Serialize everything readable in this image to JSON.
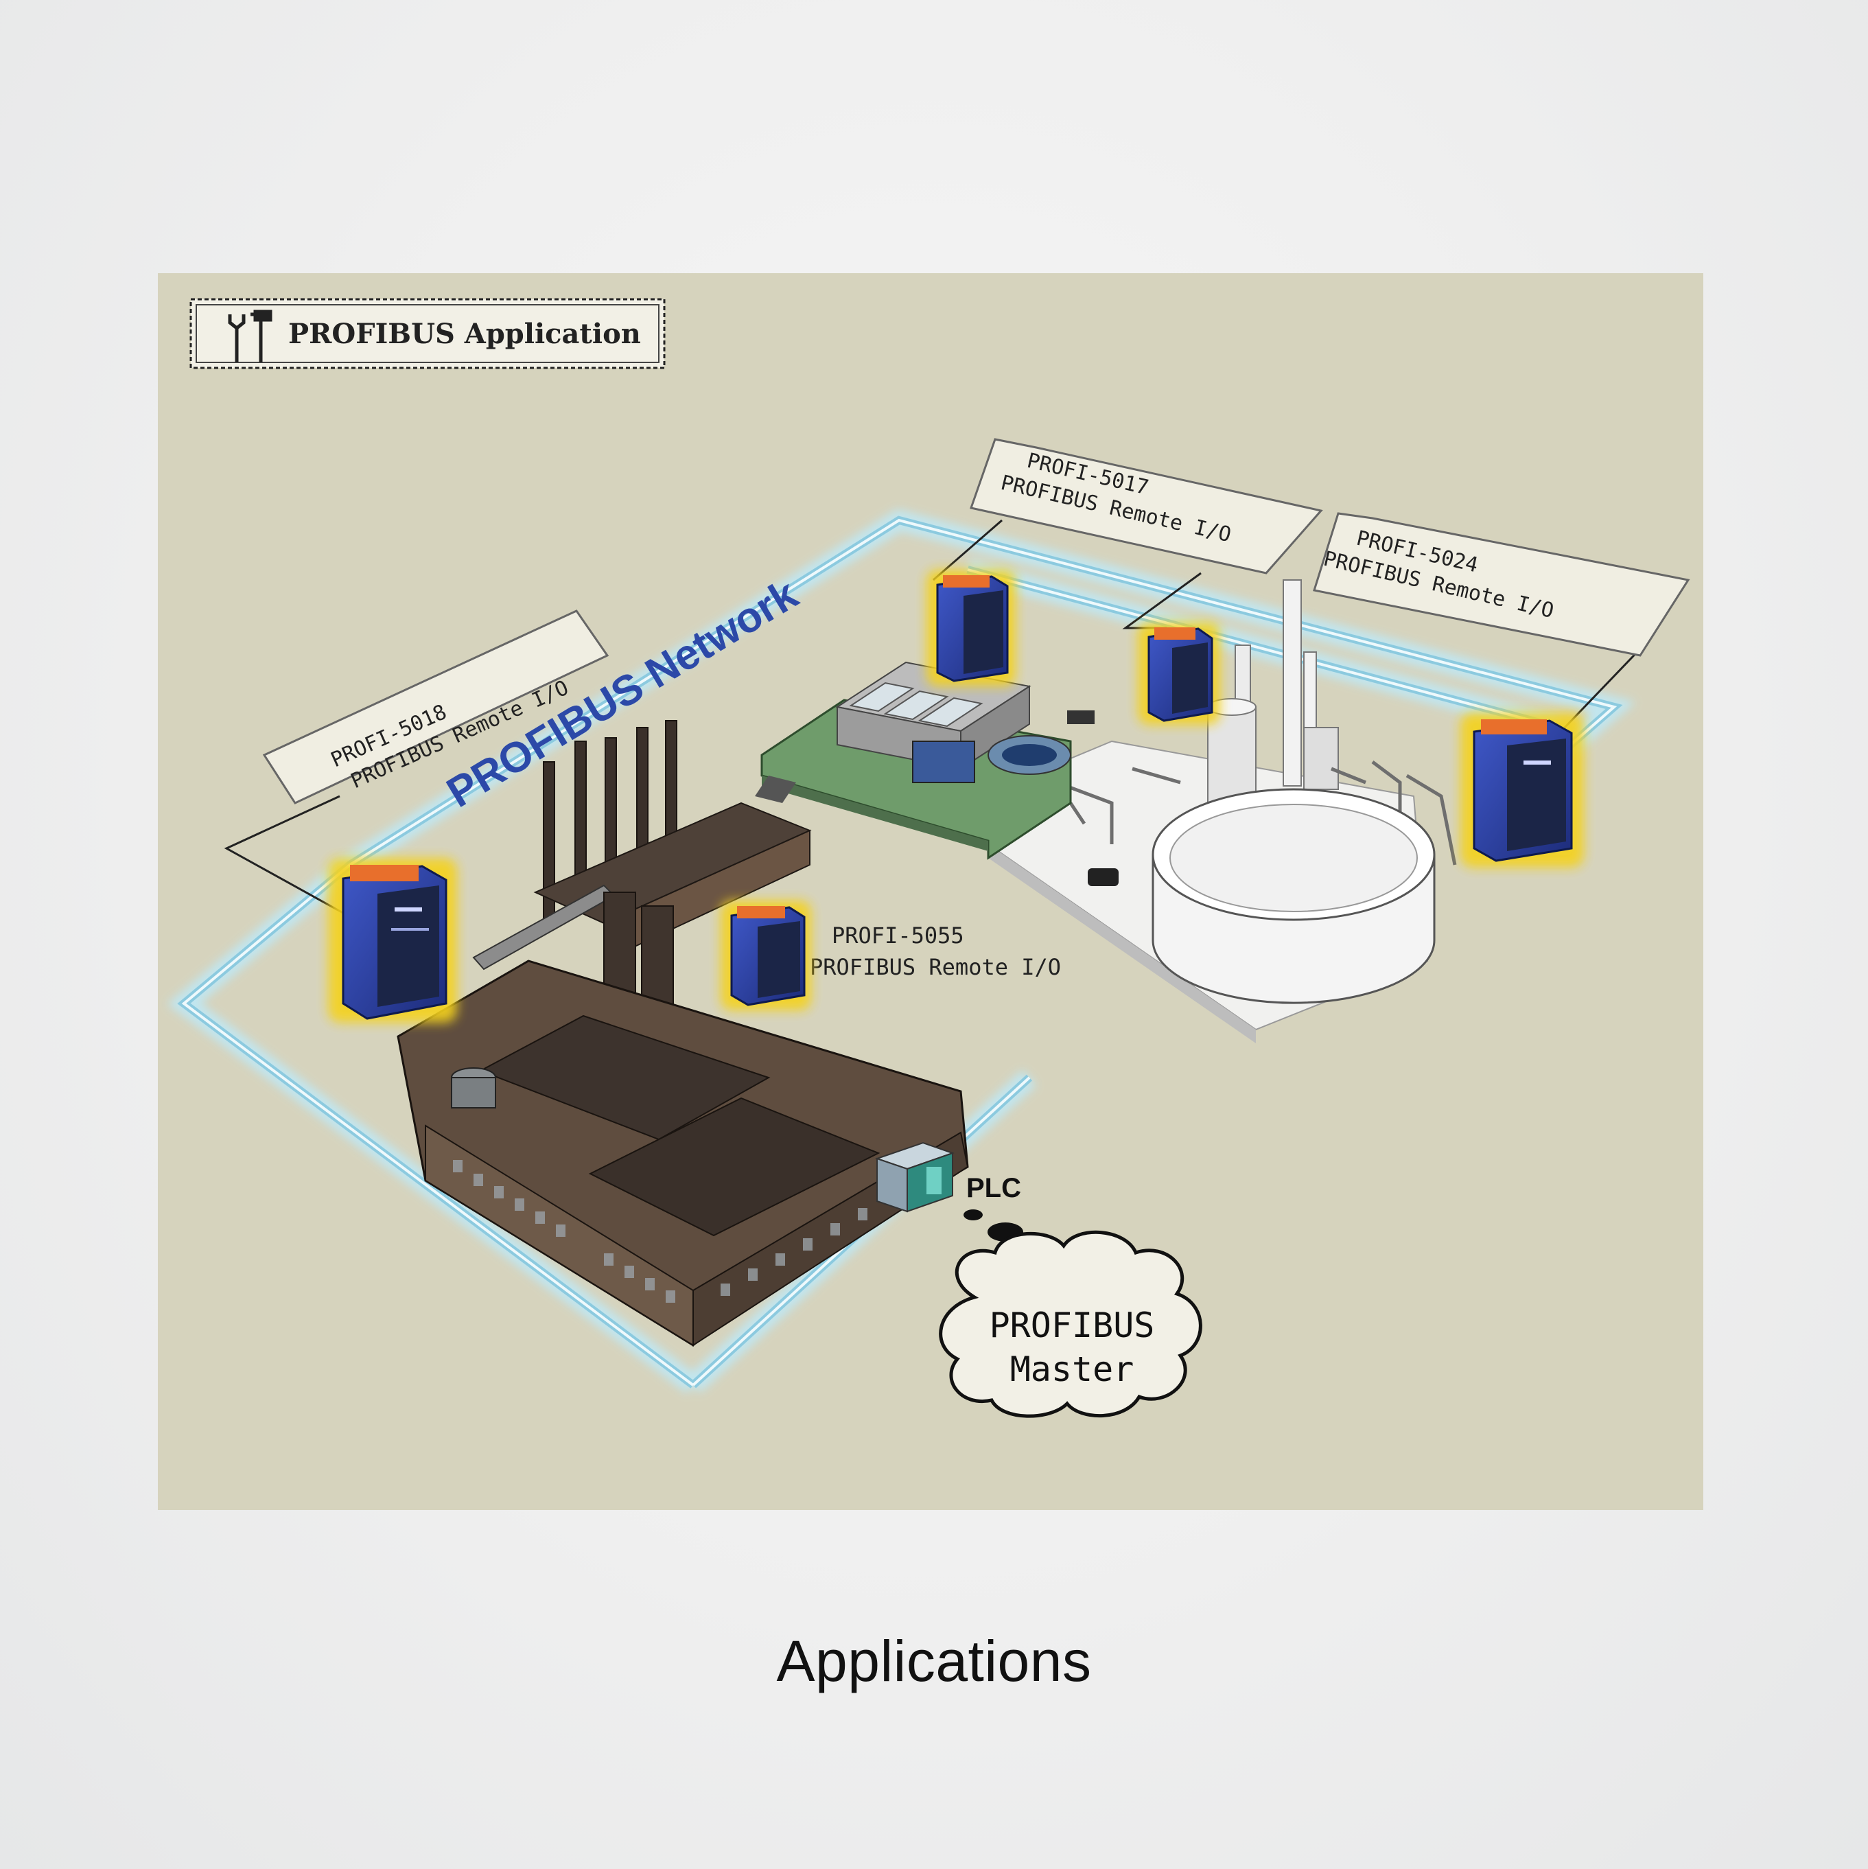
{
  "header": {
    "badge_text": "PROFIBUS Application",
    "badge_icon": "tools-icon"
  },
  "network": {
    "label": "PROFIBUS Network",
    "color": "#2c49a8",
    "cable_color": "#9fd4e6"
  },
  "devices": [
    {
      "id": "5018",
      "model": "PROFI-5018",
      "desc": "PROFIBUS Remote I/O"
    },
    {
      "id": "5017",
      "model": "PROFI-5017",
      "desc": "PROFIBUS Remote I/O"
    },
    {
      "id": "5024",
      "model": "PROFI-5024",
      "desc": "PROFIBUS Remote I/O"
    },
    {
      "id": "5055",
      "model": "PROFI-5055",
      "desc": "PROFIBUS Remote I/O"
    }
  ],
  "plc": {
    "label": "PLC"
  },
  "master": {
    "line1": "PROFIBUS",
    "line2": "Master"
  },
  "caption": "Applications",
  "colors": {
    "background": "#d6d3bd",
    "module_blue": "#2a3fa0",
    "module_glow": "#f4d21c"
  }
}
